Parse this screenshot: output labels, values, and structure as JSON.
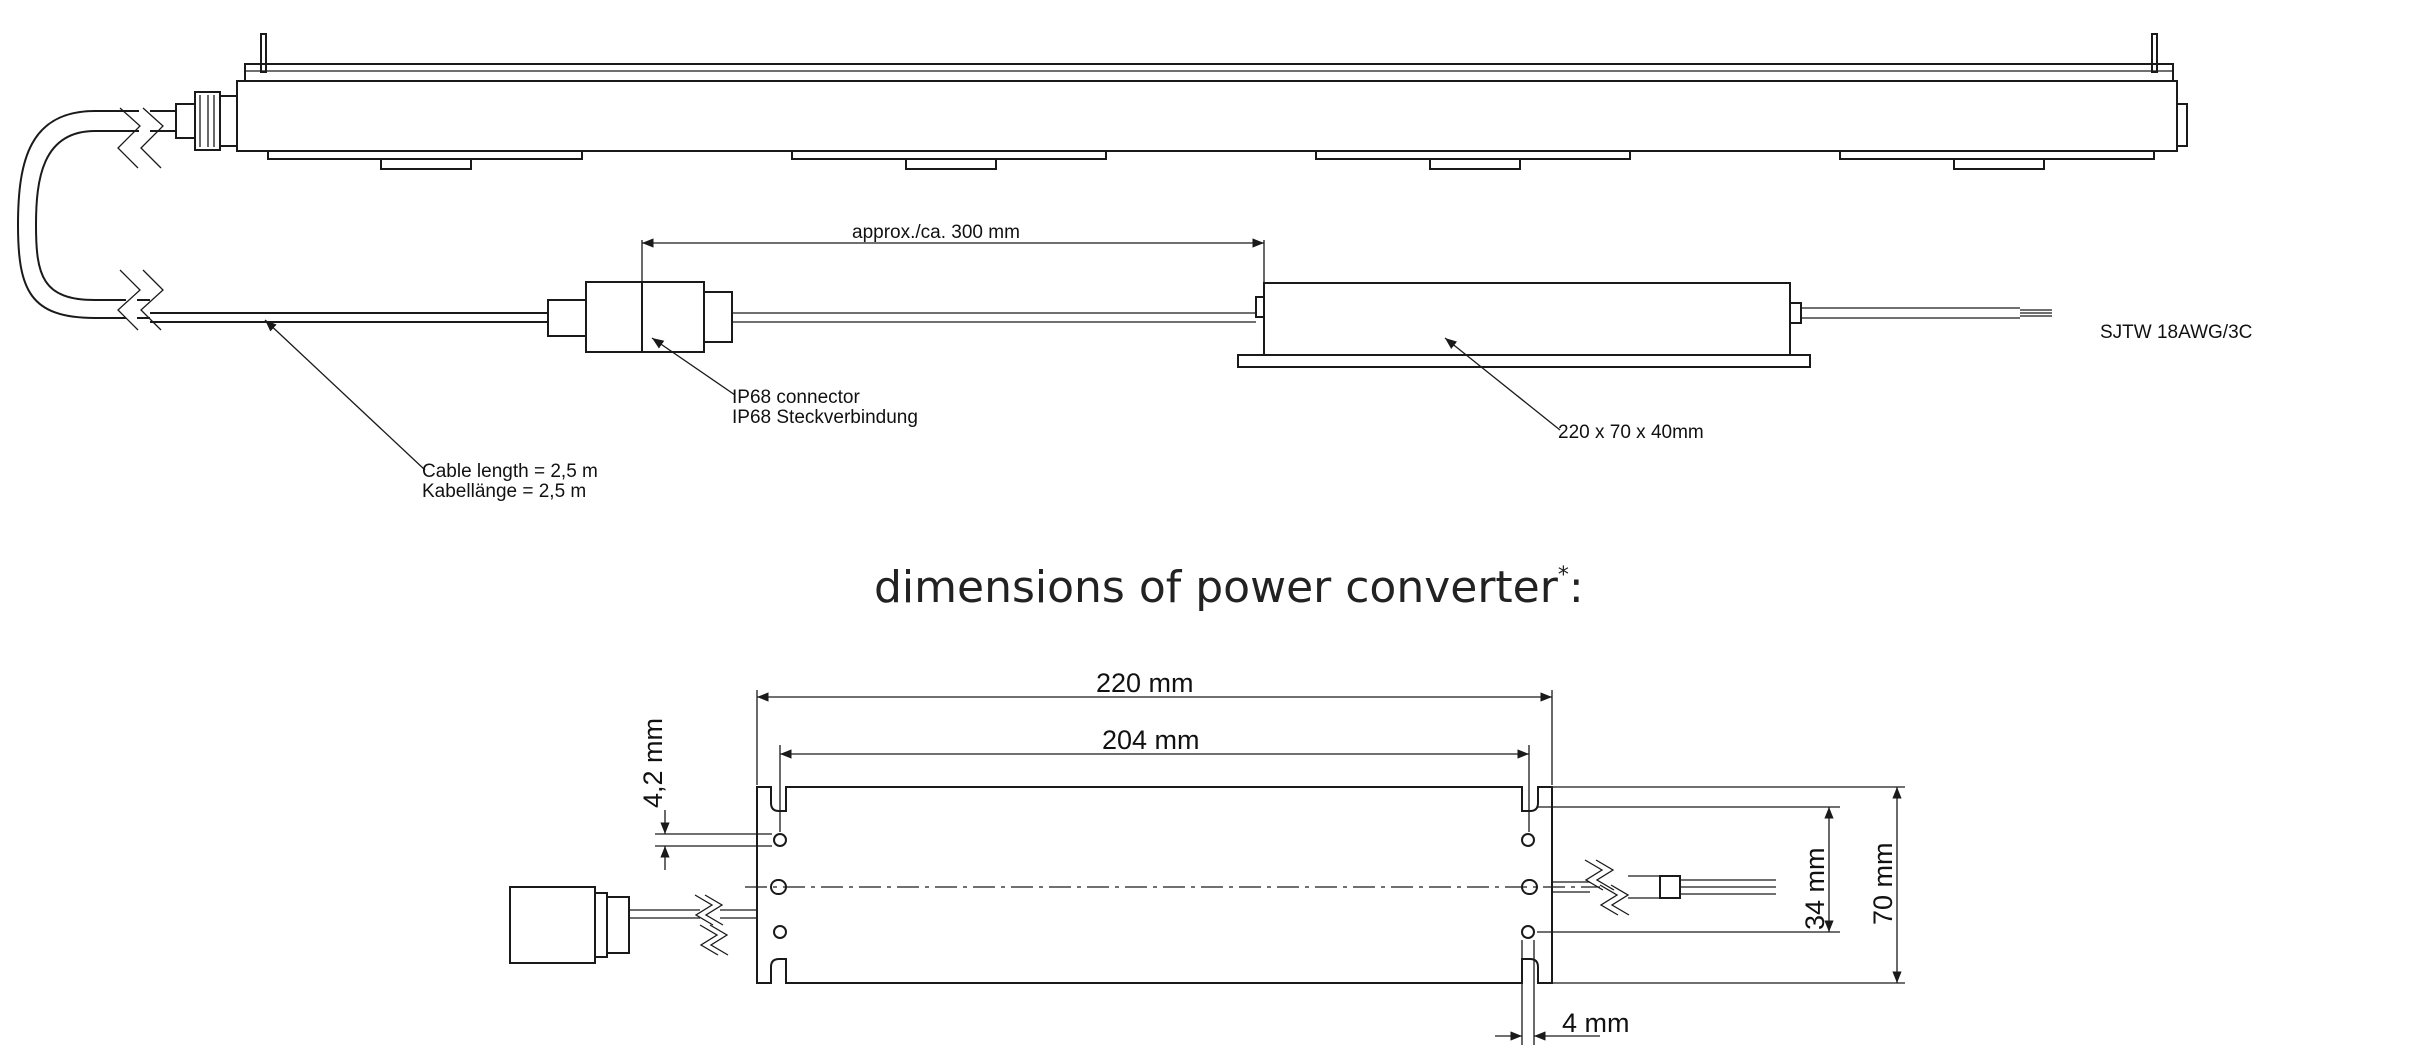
{
  "top": {
    "cable_dimension": "approx./ca. 300 mm",
    "cable_spec": "SJTW 18AWG/3C",
    "connector_en": "IP68 connector",
    "connector_de": "IP68 Steckverbindung",
    "converter_size": "220 x 70 x 40mm",
    "cable_length_en": "Cable length = 2,5 m",
    "cable_length_de": "Kabellänge = 2,5 m"
  },
  "section": {
    "title": "dimensions of power converter",
    "footnote_mark": "*",
    "title_suffix": ":"
  },
  "bottom": {
    "overall_length": "220 mm",
    "hole_spacing": "204 mm",
    "slot_offset": "4,2 mm",
    "slot_spacing": "34 mm",
    "height": "70 mm",
    "slot_width": "4 mm"
  }
}
